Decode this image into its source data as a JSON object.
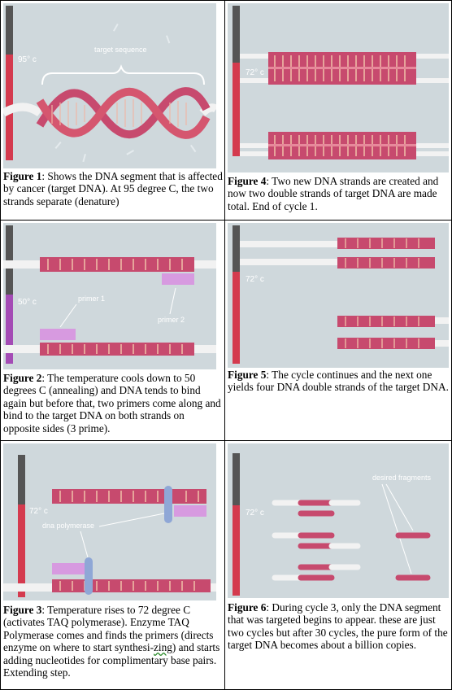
{
  "figures": [
    {
      "label": "Figure 1",
      "caption": ": Shows the DNA segment that is affected by cancer (target DNA).  At 95 degree C, the two strands separate (denature)",
      "temp": "95° c",
      "annotation": "target sequence"
    },
    {
      "label": "Figure 2",
      "caption": ":  The temperature cools down to 50 degrees C (annealing) and DNA tends to bind again but before that, two primers come along and bind to the target DNA on both strands on opposite sides (3 prime).",
      "temp": "50° c",
      "primer1": "primer 1",
      "primer2": "primer 2"
    },
    {
      "label": "Figure 3",
      "caption_a": ": Temperature rises to 72 degree C (activates TAQ polymerase).  Enzyme TAQ Polymerase comes and finds the primers (directs enzyme on where to start synthesi-",
      "caption_b": "zing",
      "caption_c": ") and starts adding nucleotides for complimentary base pairs. Extending step.",
      "temp": "72° c",
      "annotation": "dna polymerase"
    },
    {
      "label": "Figure 4",
      "caption": ": Two new DNA strands are created and now two double strands of target DNA are made total.  End of cycle 1.",
      "temp": "72° c"
    },
    {
      "label": "Figure 5",
      "caption": ": The cycle continues and the next one yields four DNA double strands of the target DNA.",
      "temp": "72° c"
    },
    {
      "label": "Figure 6",
      "caption": ":  During cycle 3, only the DNA segment that was targeted begins to appear. these are just two cycles but after 30 cycles, the pure form of the target DNA becomes about a billion copies.",
      "temp": "72° c",
      "annotation": "desired fragments"
    }
  ],
  "colors": {
    "panel": "#cfd8dc",
    "thermo_red": "#d43a4e",
    "thermo_purple": "#a44bb5",
    "dna_pink": "#c74a6e",
    "primer": "#d79ae0",
    "polymerase": "#8fa7d6"
  }
}
